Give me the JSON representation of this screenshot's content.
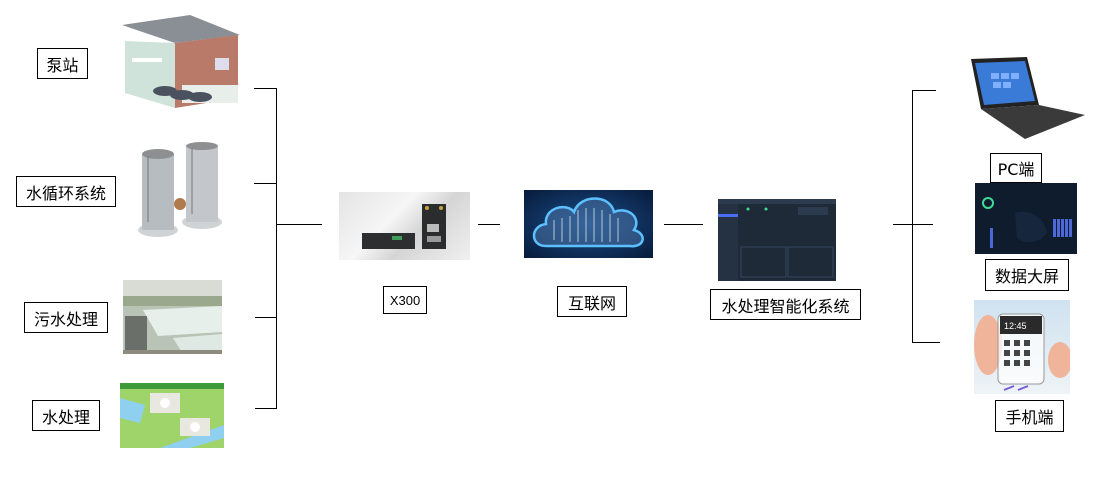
{
  "sources": [
    {
      "label": "泵站",
      "icon": "pump-station-image"
    },
    {
      "label": "水循环系统",
      "icon": "water-tank-image"
    },
    {
      "label": "污水处理",
      "icon": "sewage-plant-image"
    },
    {
      "label": "水处理",
      "icon": "water-treatment-map-image"
    }
  ],
  "gateway": {
    "label": "X300",
    "icon": "gateway-device-image"
  },
  "network": {
    "label": "互联网",
    "icon": "cloud-image"
  },
  "platform": {
    "label": "水处理智能化系统",
    "icon": "software-dashboard-image"
  },
  "clients": [
    {
      "label": "PC端",
      "icon": "laptop-image"
    },
    {
      "label": "数据大屏",
      "icon": "big-screen-image"
    },
    {
      "label": "手机端",
      "icon": "smartphone-image"
    }
  ],
  "phone_time": "12:45",
  "colors": {
    "line": "#000000",
    "cloud_glow": "#3aa0ff",
    "dashboard_bg": "#1e2a38"
  }
}
